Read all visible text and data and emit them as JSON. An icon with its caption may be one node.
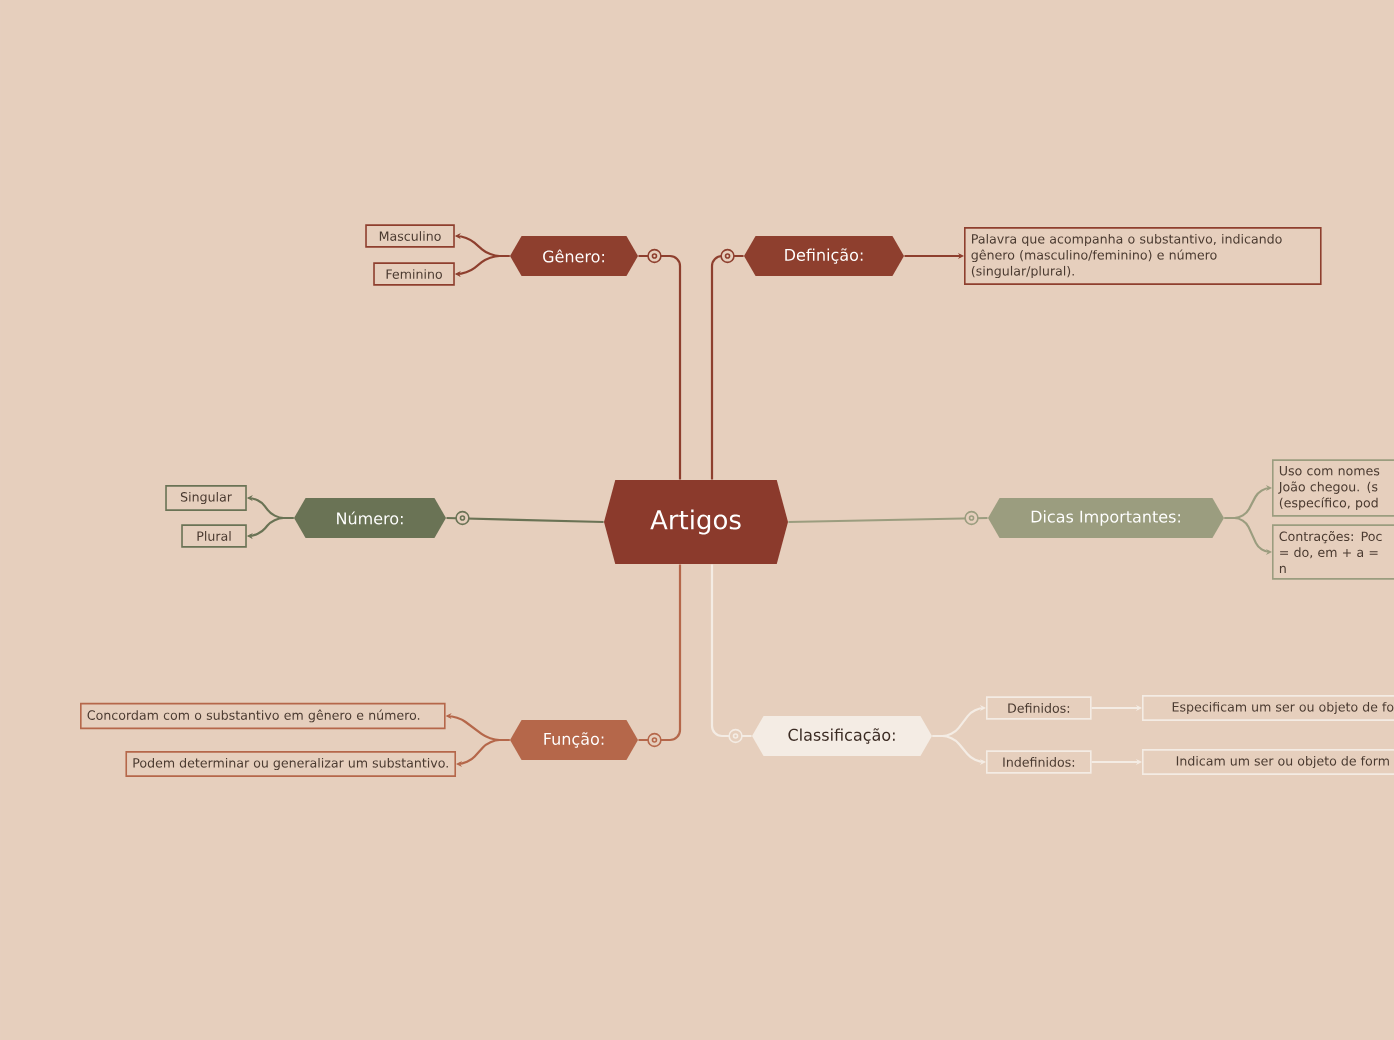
{
  "diagram": {
    "nodes": [
      {
        "text": [
          "Artigos"
        ]
      },
      {
        "text": [
          "Gênero:"
        ]
      },
      {
        "text": [
          "Masculino"
        ]
      },
      {
        "text": [
          "Feminino"
        ]
      },
      {
        "text": [
          "Definição:"
        ]
      },
      {
        "text": [
          "Palavra que acompanha o substantivo, indicando gênero (masculino/feminino) e número (singular/plural)."
        ]
      },
      {
        "text": [
          "Número:"
        ]
      },
      {
        "text": [
          "Singular"
        ]
      },
      {
        "text": [
          "Plural"
        ]
      },
      {
        "text": [
          "Dicas Importantes:"
        ]
      },
      {
        "text": [
          "Uso com nomes João chegou. (s (específico, pod"
        ]
      },
      {
        "text": [
          "Contrações: Poc = do, em + a = n"
        ]
      },
      {
        "text": [
          "Função:"
        ]
      },
      {
        "text": [
          "Concordam com o substantivo em gênero e número."
        ]
      },
      {
        "text": [
          "Podem determinar ou generalizar um substantivo."
        ]
      },
      {
        "text": [
          "Classificação:"
        ]
      },
      {
        "text": [
          "Definidos:"
        ]
      },
      {
        "text": [
          "Especificam um ser ou objeto de fo"
        ]
      },
      {
        "text": [
          "Indefinidos:"
        ]
      },
      {
        "text": [
          "Indicam um ser ou objeto de form"
        ]
      }
    ],
    "edges": [
      {
        "from": 0,
        "to": 1,
        "arrow": "none",
        "color": "#8e3f2e"
      },
      {
        "from": 1,
        "to": 2,
        "arrow": "to",
        "color": "#8e3f2e"
      },
      {
        "from": 1,
        "to": 3,
        "arrow": "to",
        "color": "#8e3f2e"
      },
      {
        "from": 0,
        "to": 4,
        "arrow": "none",
        "color": "#8e3f2e"
      },
      {
        "from": 4,
        "to": 5,
        "arrow": "to",
        "color": "#8e3f2e"
      },
      {
        "from": 0,
        "to": 6,
        "arrow": "none",
        "color": "#6a7355"
      },
      {
        "from": 6,
        "to": 7,
        "arrow": "to",
        "color": "#6a7355"
      },
      {
        "from": 6,
        "to": 8,
        "arrow": "to",
        "color": "#6a7355"
      },
      {
        "from": 0,
        "to": 9,
        "arrow": "none",
        "color": "#9b9d7f"
      },
      {
        "from": 9,
        "to": 10,
        "arrow": "to",
        "color": "#9b9d7f"
      },
      {
        "from": 9,
        "to": 11,
        "arrow": "to",
        "color": "#9b9d7f"
      },
      {
        "from": 0,
        "to": 12,
        "arrow": "none",
        "color": "#b5674a"
      },
      {
        "from": 12,
        "to": 13,
        "arrow": "to",
        "color": "#b5674a"
      },
      {
        "from": 12,
        "to": 14,
        "arrow": "to",
        "color": "#b5674a"
      },
      {
        "from": 0,
        "to": 15,
        "arrow": "none",
        "color": "#f4ece4"
      },
      {
        "from": 15,
        "to": 16,
        "arrow": "to",
        "color": "#f4ece4"
      },
      {
        "from": 15,
        "to": 18,
        "arrow": "to",
        "color": "#f4ece4"
      },
      {
        "from": 16,
        "to": 17,
        "arrow": "to",
        "color": "#f4ece4"
      },
      {
        "from": 18,
        "to": 19,
        "arrow": "to",
        "color": "#f4ece4"
      }
    ]
  }
}
